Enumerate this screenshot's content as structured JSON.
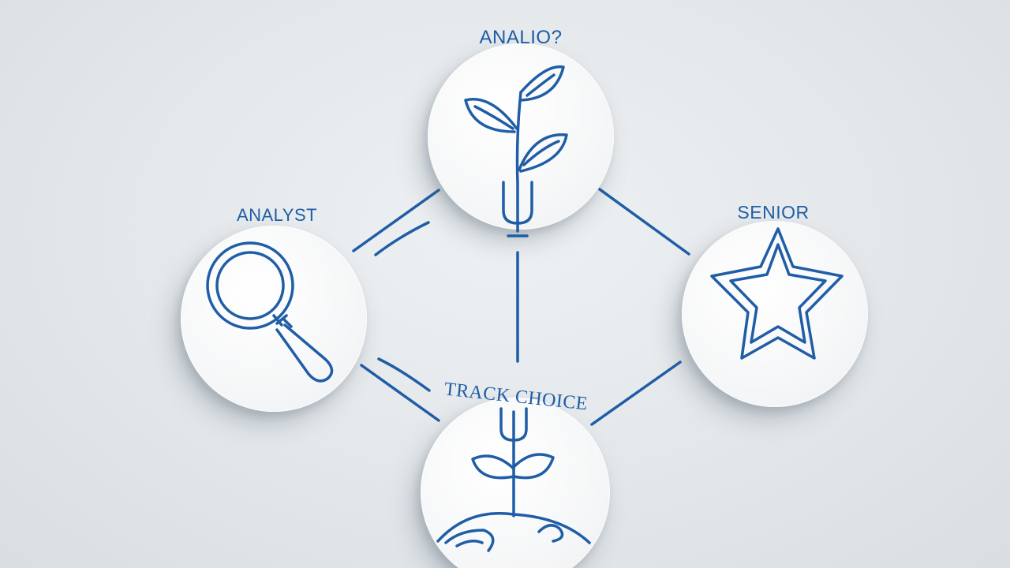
{
  "diagram": {
    "nodes": {
      "top": {
        "label": "ANALIO?",
        "icon": "sprout-plant-icon"
      },
      "left": {
        "label": "ANALYST",
        "icon": "magnifying-glass-icon"
      },
      "right": {
        "label": "SENIOR",
        "icon": "star-icon"
      },
      "bottom": {
        "label": "TRACK CHOICE",
        "icon": "fork-sprout-icon"
      }
    },
    "colors": {
      "accent": "#1f5da6",
      "background": "#e3e7ea",
      "node_fill": "#f6f7f8"
    }
  }
}
